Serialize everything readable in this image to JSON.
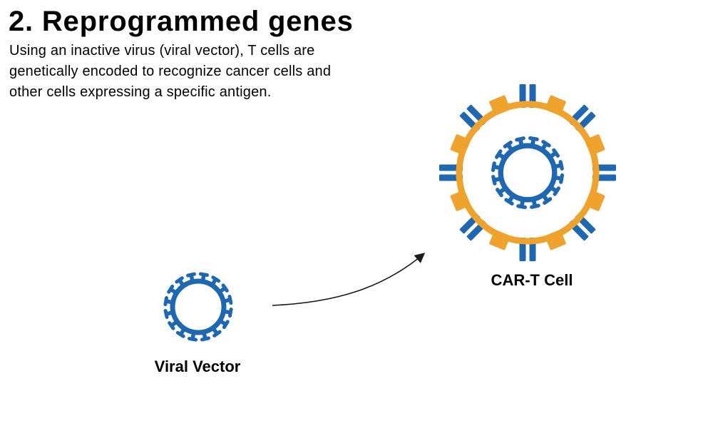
{
  "header": {
    "title": "2. Reprogrammed genes",
    "description_lines": [
      "Using an inactive virus (viral vector), T cells are",
      "genetically encoded to recognize cancer cells and",
      "other cells expressing a specific antigen."
    ]
  },
  "labels": {
    "viral_vector": "Viral Vector",
    "car_t": "CAR-T Cell"
  },
  "icons": {
    "viral_vector": "virus-gear-icon",
    "car_t_cell": "cell-with-receptors-icon",
    "arrow": "curved-arrow-icon"
  },
  "colors": {
    "blue": "#1E67B2",
    "orange": "#F0A32C",
    "text": "#000000",
    "arrow": "#1A1A1A",
    "background": "#FFFFFF"
  }
}
